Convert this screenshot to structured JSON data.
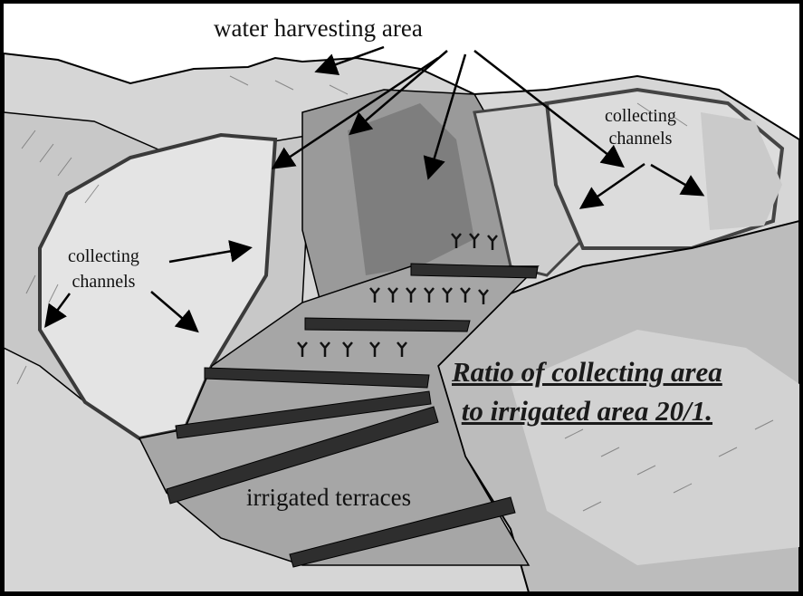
{
  "labels": {
    "title": "water harvesting area",
    "collecting_channels_right": "collecting\nchannels",
    "collecting_channels_left": "collecting\nchannels",
    "ratio": "Ratio of collecting area\nto irrigated area 20/1.",
    "terraces": "irrigated terraces"
  },
  "colors": {
    "sky": "#ffffff",
    "hill_light": "#d8d8d8",
    "hill_mid": "#b4b4b4",
    "hill_dark": "#8c8c8c",
    "terrace": "#2e2e2e",
    "outline": "#000000"
  }
}
